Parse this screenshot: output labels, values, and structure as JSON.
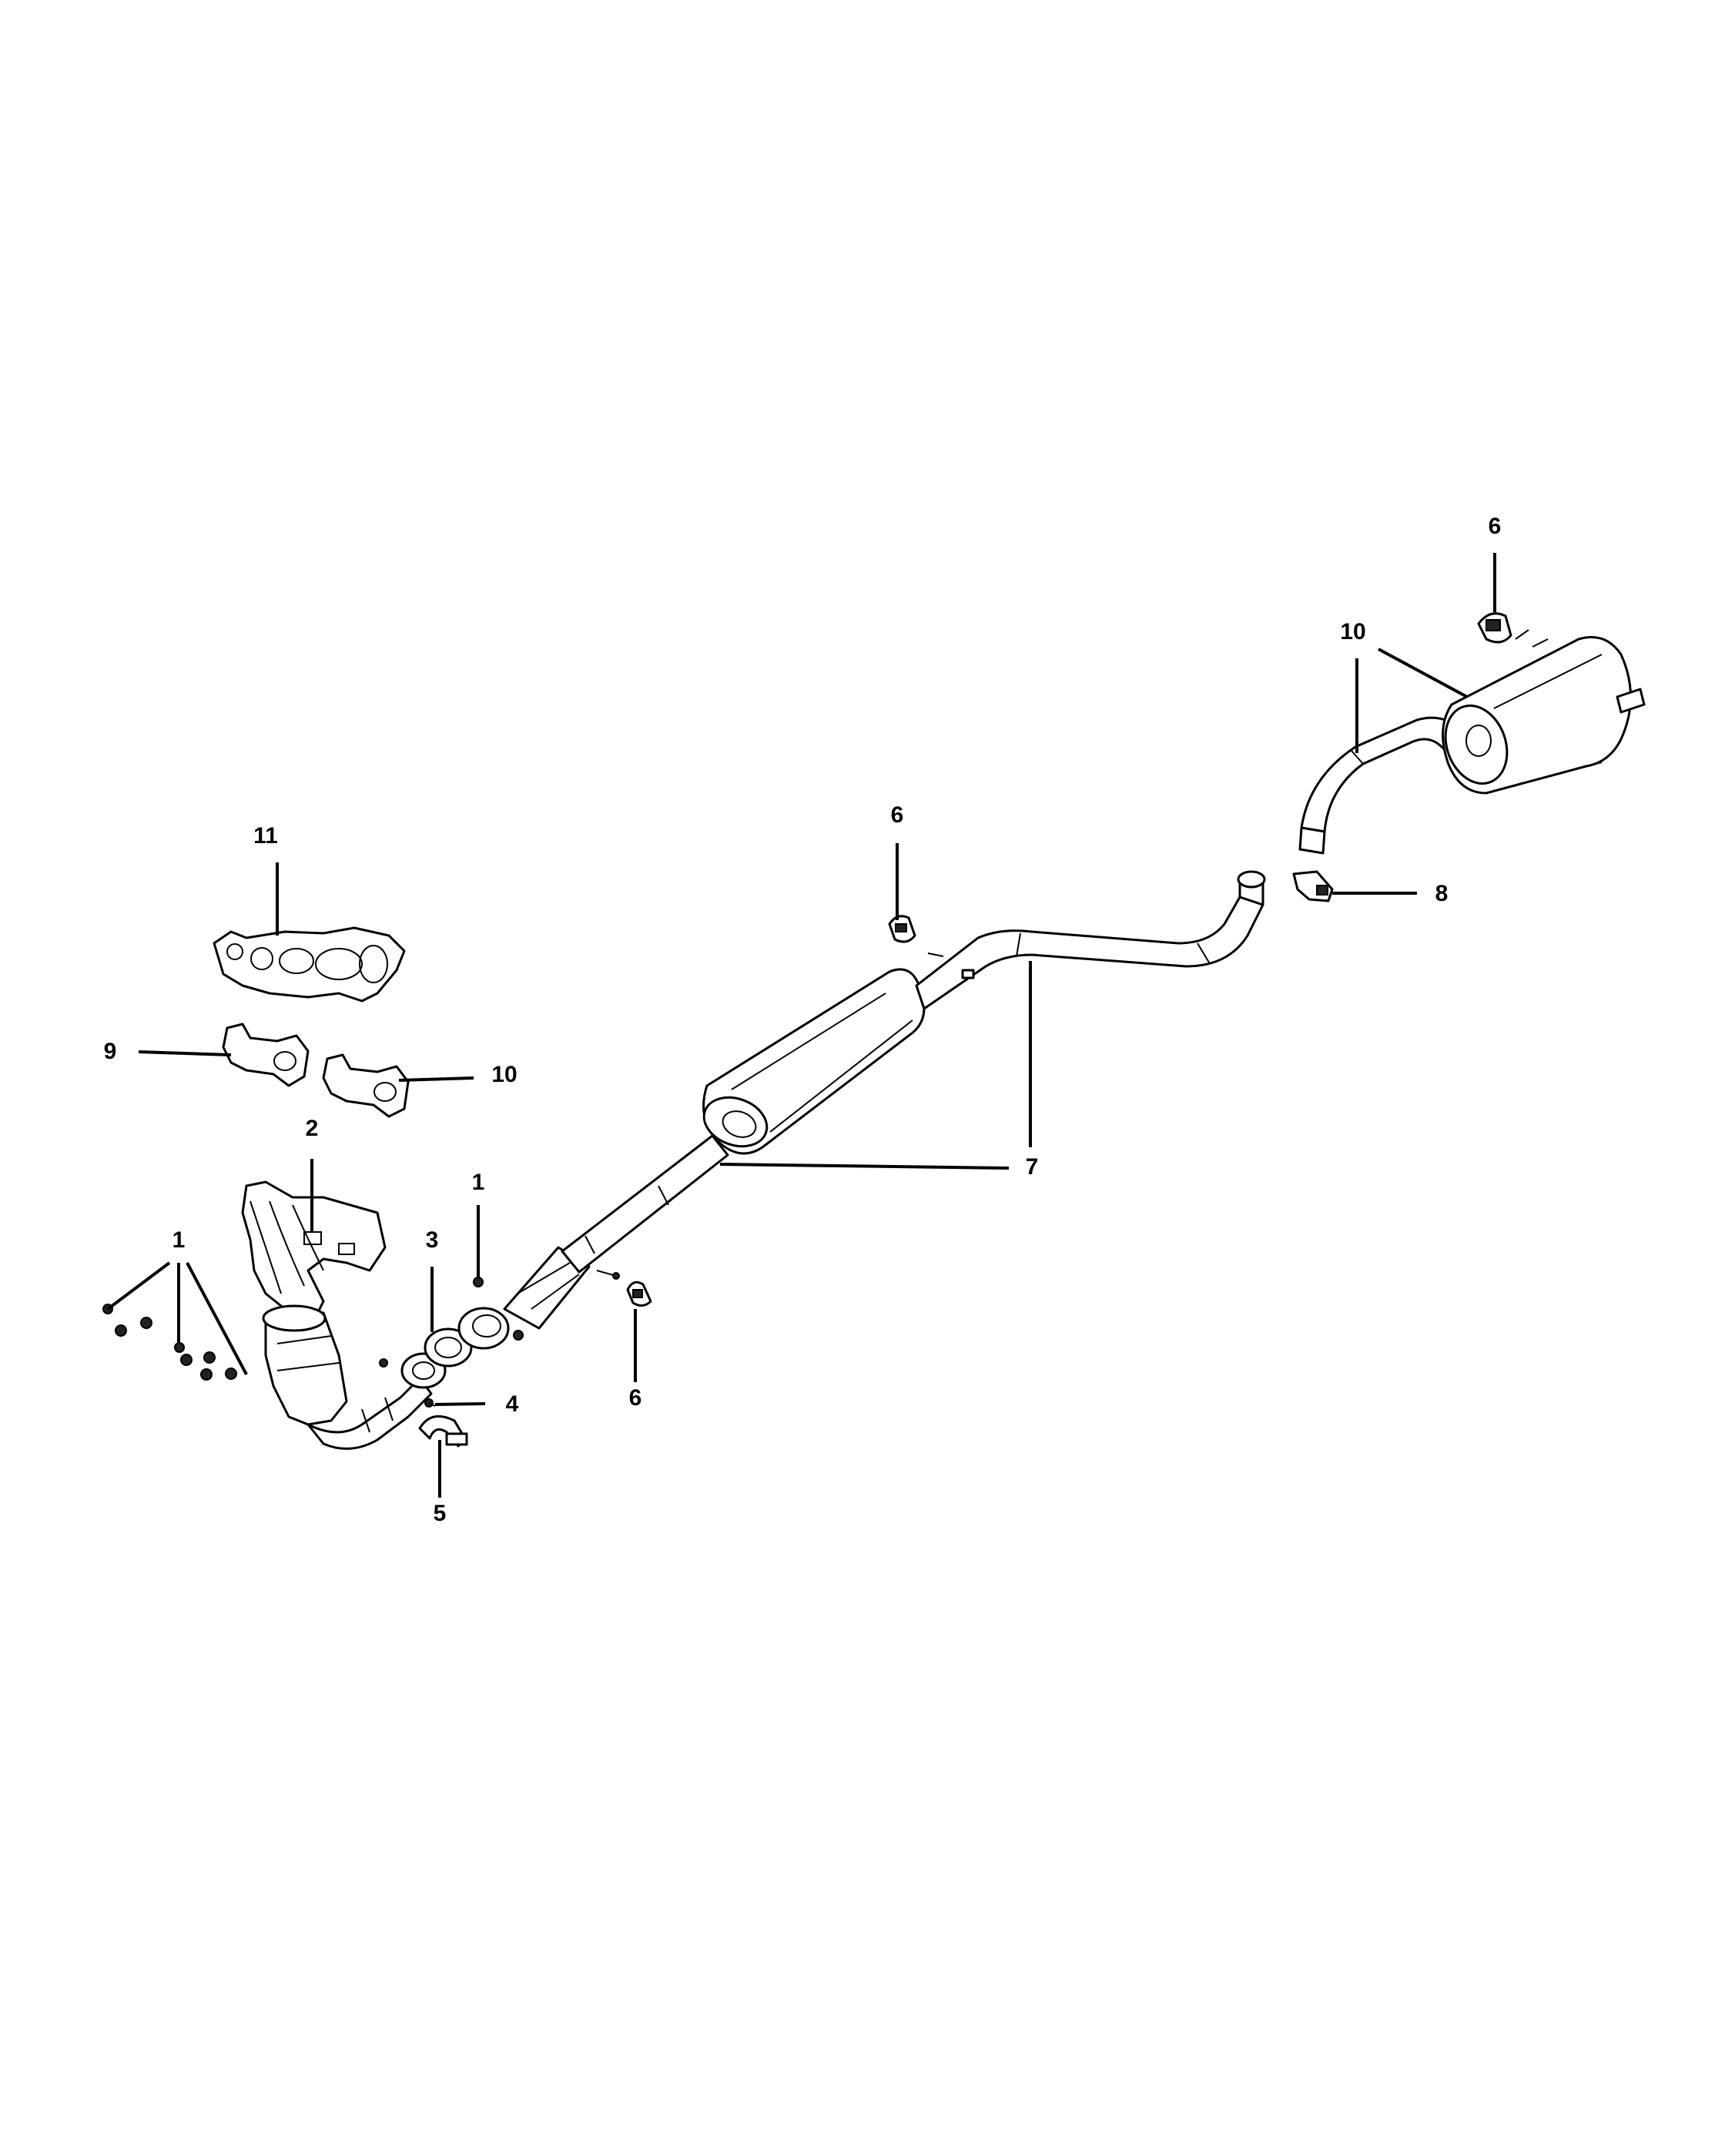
{
  "diagram": {
    "callouts": [
      {
        "id": "c1a",
        "label": "1"
      },
      {
        "id": "c1b",
        "label": "1"
      },
      {
        "id": "c2",
        "label": "2"
      },
      {
        "id": "c3",
        "label": "3"
      },
      {
        "id": "c4",
        "label": "4"
      },
      {
        "id": "c5",
        "label": "5"
      },
      {
        "id": "c6a",
        "label": "6"
      },
      {
        "id": "c6b",
        "label": "6"
      },
      {
        "id": "c6c",
        "label": "6"
      },
      {
        "id": "c7a",
        "label": "7"
      },
      {
        "id": "c7b",
        "label": "7"
      },
      {
        "id": "c8",
        "label": "8"
      },
      {
        "id": "c9",
        "label": "9"
      },
      {
        "id": "c10a",
        "label": "10"
      },
      {
        "id": "c10b",
        "label": "10"
      },
      {
        "id": "c11",
        "label": "11"
      }
    ]
  }
}
